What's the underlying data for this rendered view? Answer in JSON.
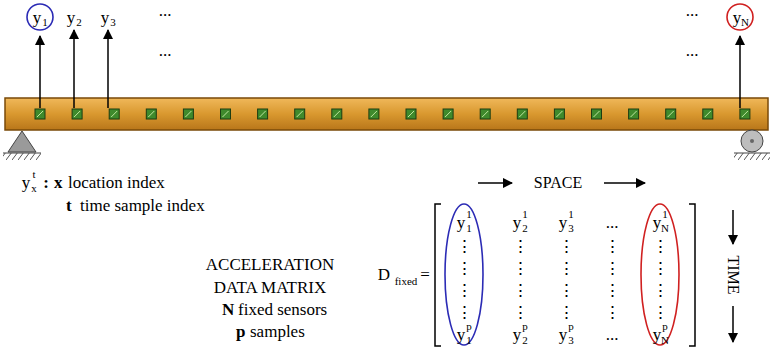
{
  "diagram": {
    "nodes": [
      {
        "text": [
          "y",
          "1"
        ]
      },
      {
        "text": [
          "y",
          "N"
        ]
      },
      {
        "text": [
          "y",
          "1",
          "1",
          "⋮",
          "⋮",
          "⋮",
          "⋮",
          "y",
          "1",
          "p"
        ]
      },
      {
        "text": [
          "y",
          "N",
          "1",
          "⋮",
          "⋮",
          "⋮",
          "⋮",
          "y",
          "N",
          "p"
        ]
      }
    ],
    "labels": [
      "y",
      "2",
      "y",
      "3",
      "...",
      "...",
      "...",
      "...",
      "y",
      "x",
      "t",
      ":",
      "x",
      "location index",
      "t",
      "time sample index",
      "ACCELERATION",
      "DATA MATRIX",
      "N",
      "fixed sensors",
      "p",
      "samples",
      "D",
      "fixed",
      "=",
      "SPACE",
      "TIME",
      "y",
      "2",
      "1",
      "⋮",
      "⋮",
      "⋮",
      "⋮",
      "y",
      "2",
      "p",
      "y",
      "3",
      "1",
      "⋮",
      "⋮",
      "⋮",
      "⋮",
      "y",
      "3",
      "p",
      "...",
      "⋮",
      "⋮",
      "⋮",
      "⋮",
      "..."
    ]
  }
}
